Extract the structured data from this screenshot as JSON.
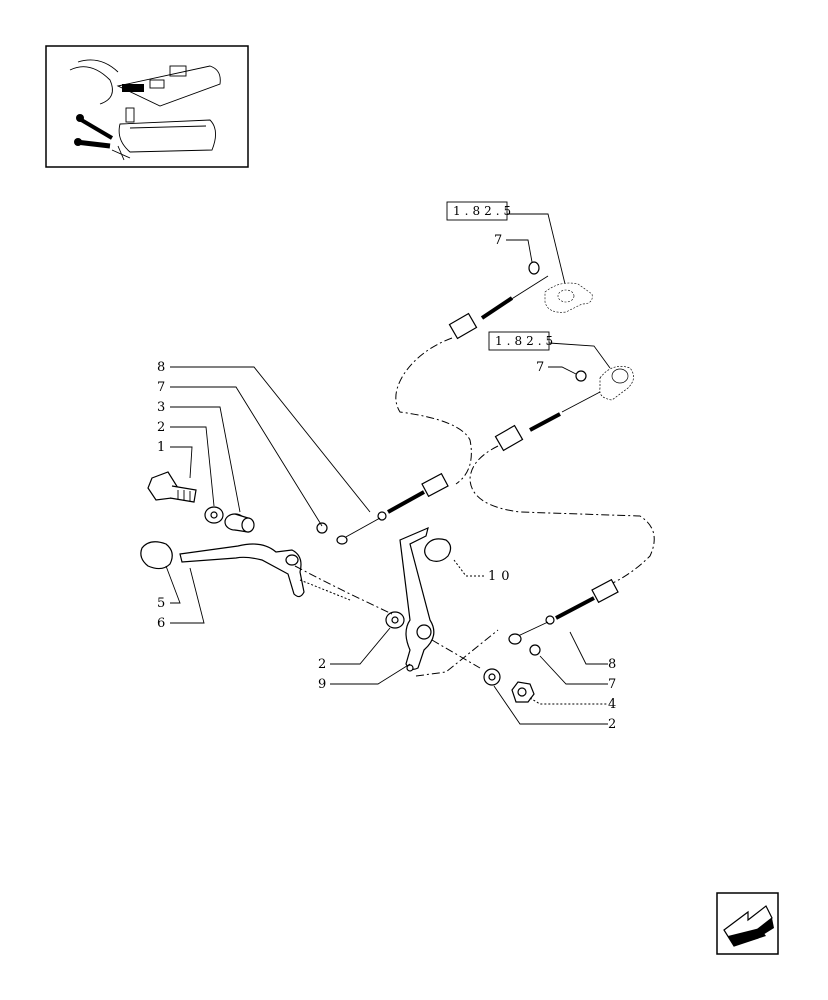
{
  "diagram": {
    "references": [
      "1.82.5",
      "1.82.5"
    ],
    "callouts": {
      "c8_left": "8",
      "c7_left": "7",
      "c3": "3",
      "c2_left": "2",
      "c1": "1",
      "c5": "5",
      "c6": "6",
      "c2_mid": "2",
      "c9": "9",
      "c10": "10",
      "c7_top": "7",
      "c7_mid": "7",
      "c8_right": "8",
      "c7_right": "7",
      "c4": "4",
      "c2_right": "2"
    }
  },
  "nav": {
    "next_page_icon": "arrow-icon"
  }
}
